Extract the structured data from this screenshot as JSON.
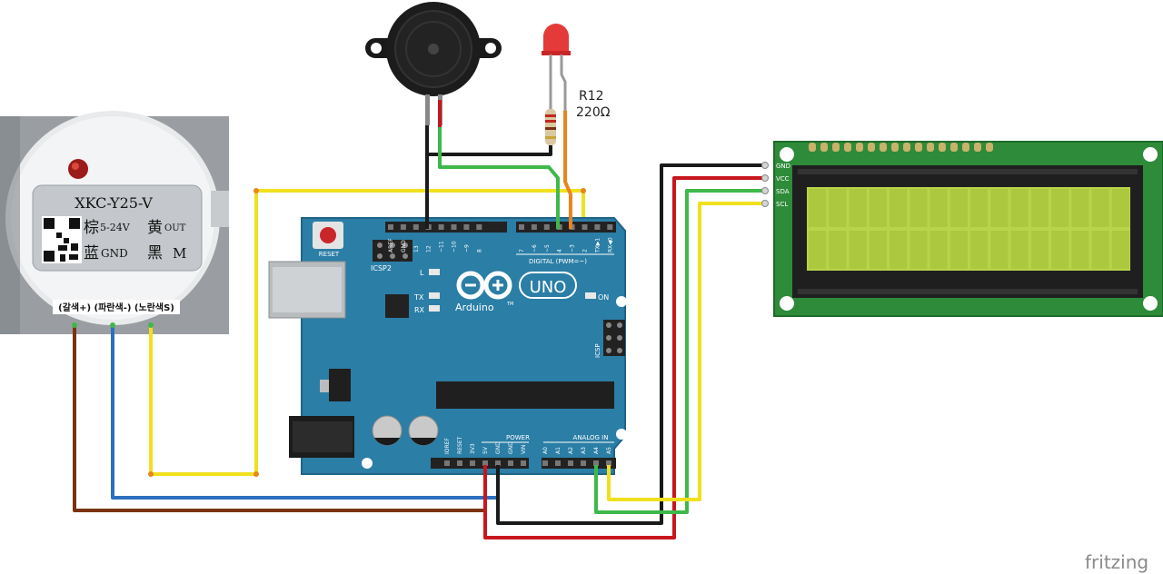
{
  "sensor": {
    "model": "XKC-Y25-V",
    "line1_brown": "棕",
    "line1_voltage": "5-24V",
    "line1_yellow": "黄",
    "line1_out": "OUT",
    "line2_blue": "蓝",
    "line2_gnd": "GND",
    "line2_black": "黑",
    "line2_m": "M",
    "wire_caption": "(갈색+) (파란색-) (노란색S)"
  },
  "resistor": {
    "name": "R12",
    "value": "220Ω"
  },
  "arduino": {
    "reset_label": "RESET",
    "icsp2_label": "ICSP2",
    "icsp_label": "ICSP",
    "logo_text": "UNO",
    "brand": "Arduino",
    "tm": "TM",
    "led_l": "L",
    "led_tx": "TX",
    "led_rx": "RX",
    "led_on": "ON",
    "digital_label": "DIGITAL (PWM=~)",
    "power_label": "POWER",
    "analog_label": "ANALOG IN",
    "digital_pins": [
      "AREF",
      "GND",
      "13",
      "12",
      "~11",
      "~10",
      "~9",
      "8",
      "7",
      "~6",
      "~5",
      "4",
      "~3",
      "2",
      "TX▶1",
      "RX◀0"
    ],
    "power_pins": [
      "IOREF",
      "RESET",
      "3V3",
      "5V",
      "GND",
      "GND",
      "VIN"
    ],
    "analog_pins": [
      "A0",
      "A1",
      "A2",
      "A3",
      "A4",
      "A5"
    ]
  },
  "lcd": {
    "pins": [
      "GND",
      "VCC",
      "SDA",
      "SCL"
    ],
    "screen_color": "#b8d44a"
  },
  "watermark": "fritzing",
  "colors": {
    "board": "#2b7ea6",
    "lcd_pcb": "#2e8b3a",
    "wire_black": "#1a1a1a",
    "wire_red": "#c8161d",
    "wire_green": "#3fb84a",
    "wire_yellow": "#f0e01e",
    "wire_orange": "#e8851e",
    "wire_brown": "#7a3312",
    "wire_blue": "#2a6fc0"
  }
}
